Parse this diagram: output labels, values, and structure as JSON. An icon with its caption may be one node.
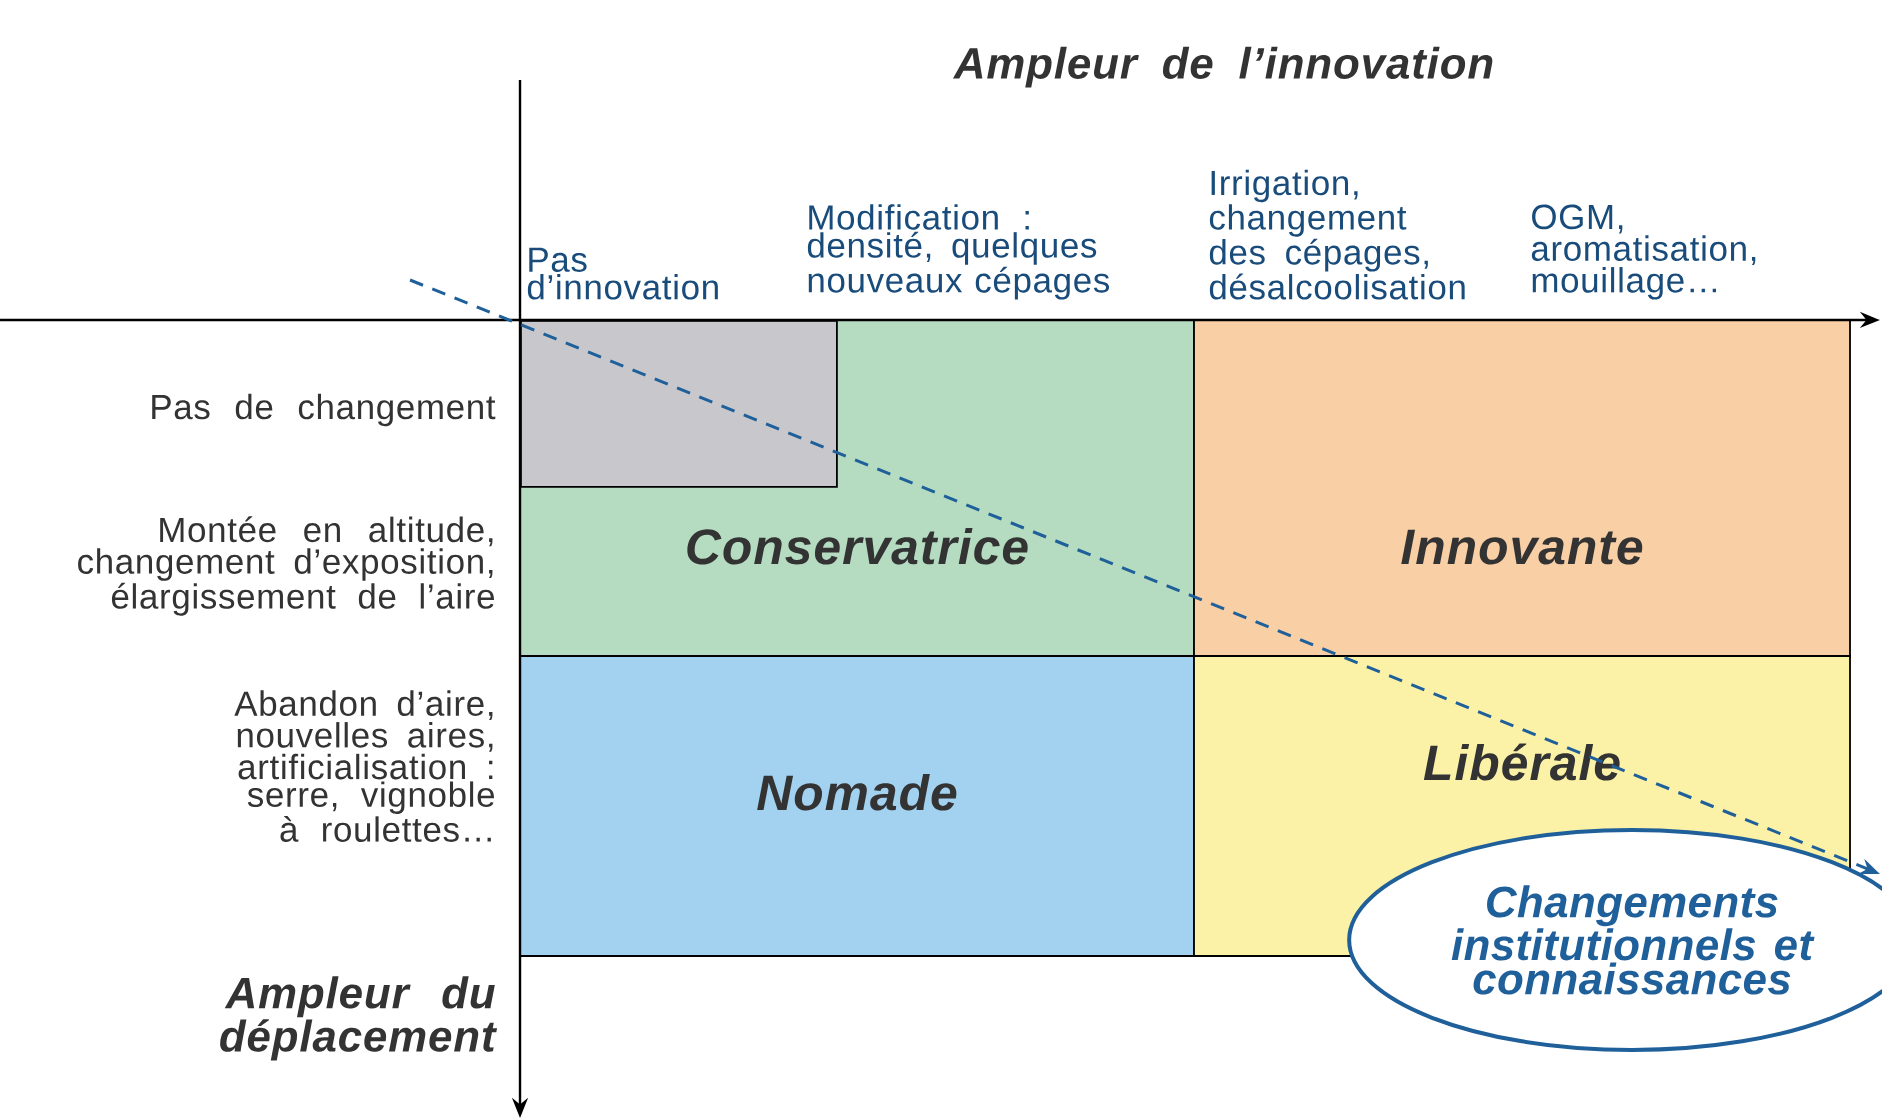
{
  "diagram": {
    "nodes": [
      {
        "text": [
          "Conservatrice"
        ]
      },
      {
        "text": [],
        "shape": "box",
        "in": 0
      },
      {
        "text": [
          "Innovante"
        ]
      },
      {
        "text": [
          "Nomade"
        ]
      },
      {
        "text": [
          "Libérale"
        ]
      },
      {
        "text": [
          "Changements institutionnels et connaissances"
        ]
      }
    ],
    "labels": [
      "Ampleur de l’innovation",
      "Pas d’innovation",
      "Modification : densité, quelques nouveaux cépages",
      "Irrigation, changement des cépages, désalcoolisation",
      "OGM, aromatisation, mouillage…",
      "Pas de changement",
      "Montée en altitude, changement d’exposition, élargissement de l’aire",
      "Abandon d’aire, nouvelles aires, artificialisation : serre, vignoble à roulettes…",
      "Ampleur du déplacement"
    ]
  }
}
